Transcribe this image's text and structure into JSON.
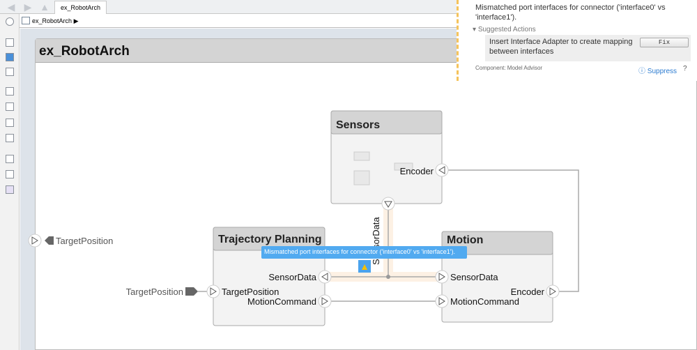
{
  "tabbar": {
    "tab_label": "ex_RobotArch"
  },
  "breadcrumb": {
    "label": "ex_RobotArch"
  },
  "canvas": {
    "title": "ex_RobotArch"
  },
  "notification": {
    "message": "Mismatched port interfaces for connector ('interface0' vs 'interface1').",
    "suggested_actions_label": "Suggested Actions",
    "action_text": "Insert Interface Adapter to create mapping between interfaces",
    "fix_label": "Fix",
    "component_label": "Component: Model Advisor",
    "suppress_label": "Suppress",
    "accent": "#f5c35b"
  },
  "tooltip": {
    "text": "Mismatched port interfaces for connector ('interface0' vs 'interface1')."
  },
  "components": {
    "sensors": {
      "title": "Sensors",
      "ports": [
        "Encoder"
      ]
    },
    "trajectory": {
      "title": "Trajectory Planning",
      "ports": [
        "SensorData",
        "TargetPosition",
        "MotionCommand"
      ]
    },
    "motion": {
      "title": "Motion",
      "ports": [
        "SensorData",
        "MotionCommand",
        "Encoder"
      ]
    }
  },
  "external_ports": {
    "inport": "TargetPosition",
    "outport": "TargetPosition"
  },
  "connector_label": "SensorData"
}
